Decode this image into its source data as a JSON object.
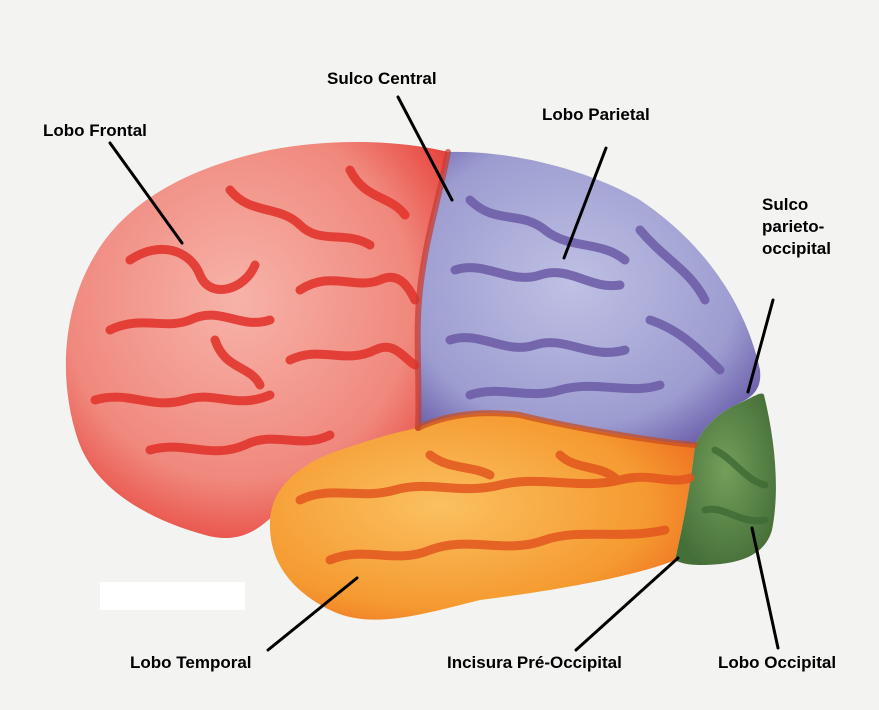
{
  "labels": {
    "frontal": "Lobo Frontal",
    "central": "Sulco Central",
    "parietal": "Lobo Parietal",
    "parieto_occipital": [
      "Sulco",
      "parieto-",
      "occipital"
    ],
    "temporal": "Lobo Temporal",
    "pre_occipital": "Incisura Pré-Occipital",
    "occipital": "Lobo Occipital"
  },
  "colors": {
    "frontal": "#f29a8e",
    "frontal_sulci": "#e2362e",
    "parietal": "#a9a9d6",
    "parietal_sulci": "#6b5aa6",
    "temporal": "#f7a43a",
    "temporal_sulci": "#e2561e",
    "occipital": "#5f8a4a",
    "occipital_sulci": "#3f6a34",
    "background": "#f3f4f2"
  }
}
